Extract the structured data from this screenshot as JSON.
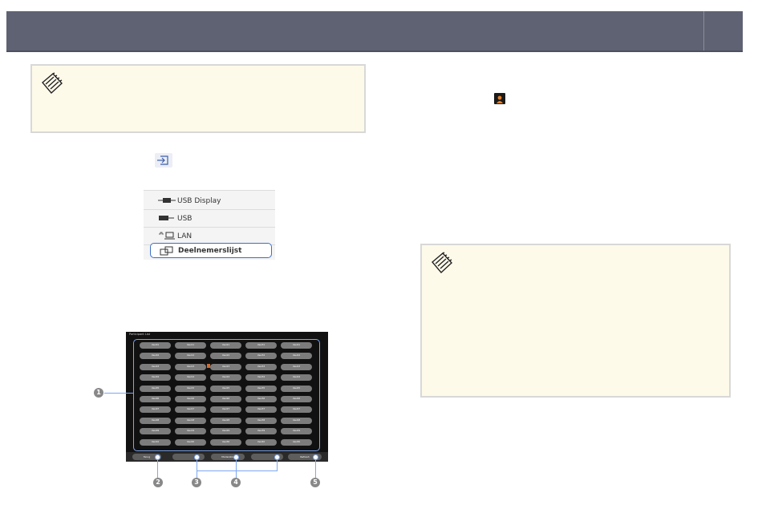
{
  "icons": {
    "note": "notepad-icon",
    "input": "input-source-icon",
    "user": "user-icon",
    "usb_display": "usb-display-icon",
    "usb": "usb-icon",
    "lan": "lan-icon",
    "participants": "participants-icon"
  },
  "source_menu": {
    "items": [
      {
        "label": "USB Display"
      },
      {
        "label": "USB"
      },
      {
        "label": "LAN"
      },
      {
        "label": "Deelnemerslijst",
        "selected": true
      }
    ]
  },
  "participant_list": {
    "title": "Participant List",
    "rows": [
      [
        "User01",
        "User11",
        "User21",
        "User31",
        "User41"
      ],
      [
        "User02",
        "User12",
        "User22",
        "User32",
        "User42"
      ],
      [
        "User03",
        "User13",
        "User23",
        "User33",
        "User43"
      ],
      [
        "User04",
        "User14",
        "User24",
        "User34",
        "User44"
      ],
      [
        "User05",
        "User15",
        "User25",
        "User35",
        "User45"
      ],
      [
        "User06",
        "User16",
        "User26",
        "User36",
        "User46"
      ],
      [
        "User07",
        "User17",
        "User27",
        "User37",
        "User47"
      ],
      [
        "User08",
        "User18",
        "User28",
        "User38",
        "User48"
      ],
      [
        "User09",
        "User19",
        "User29",
        "User39",
        "User49"
      ],
      [
        "User10",
        "User20",
        "User30",
        "User40",
        "User50"
      ]
    ],
    "buttons": {
      "back": "Terug",
      "blank1": "",
      "moderator": "Moderator",
      "blank2": "",
      "refresh": "Refresh"
    }
  },
  "callouts": [
    "1",
    "2",
    "3",
    "4",
    "5"
  ],
  "colors": {
    "header": "#5f6272",
    "note_bg": "#fefaea",
    "accent": "#3d6fc7",
    "callout": "#7da7f0"
  }
}
